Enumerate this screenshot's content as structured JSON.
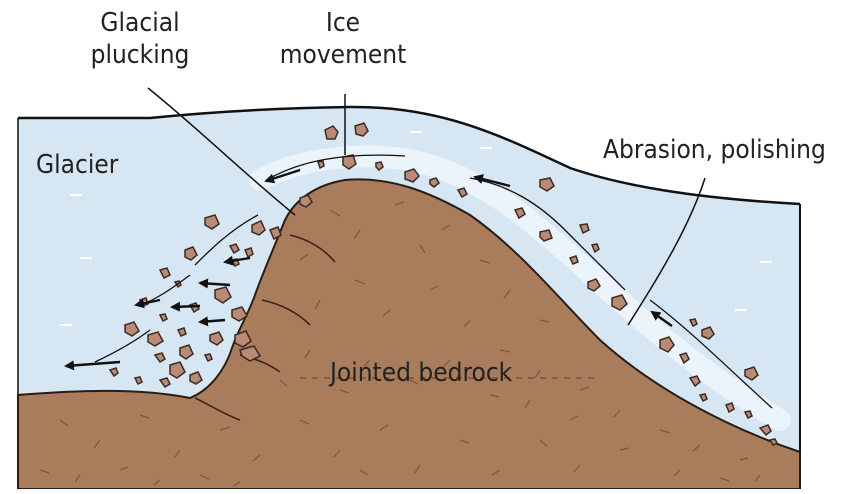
{
  "labels": {
    "glacial_plucking_line1": "Glacial",
    "glacial_plucking_line2": "plucking",
    "ice_movement_line1": "Ice",
    "ice_movement_line2": "movement",
    "abrasion": "Abrasion, polishing",
    "glacier": "Glacier",
    "bedrock": "Jointed bedrock"
  },
  "colors": {
    "ice": "#d6e6f3",
    "ice_light": "#eef5fb",
    "bedrock": "#a97c5c",
    "bedrock_texture": "#7a5238",
    "boulder": "#b98a75",
    "boulder_outline": "#3b2b22",
    "outline": "#1a1a1a",
    "text": "#222222"
  },
  "icons": [
    "flow-arrow-icon"
  ]
}
